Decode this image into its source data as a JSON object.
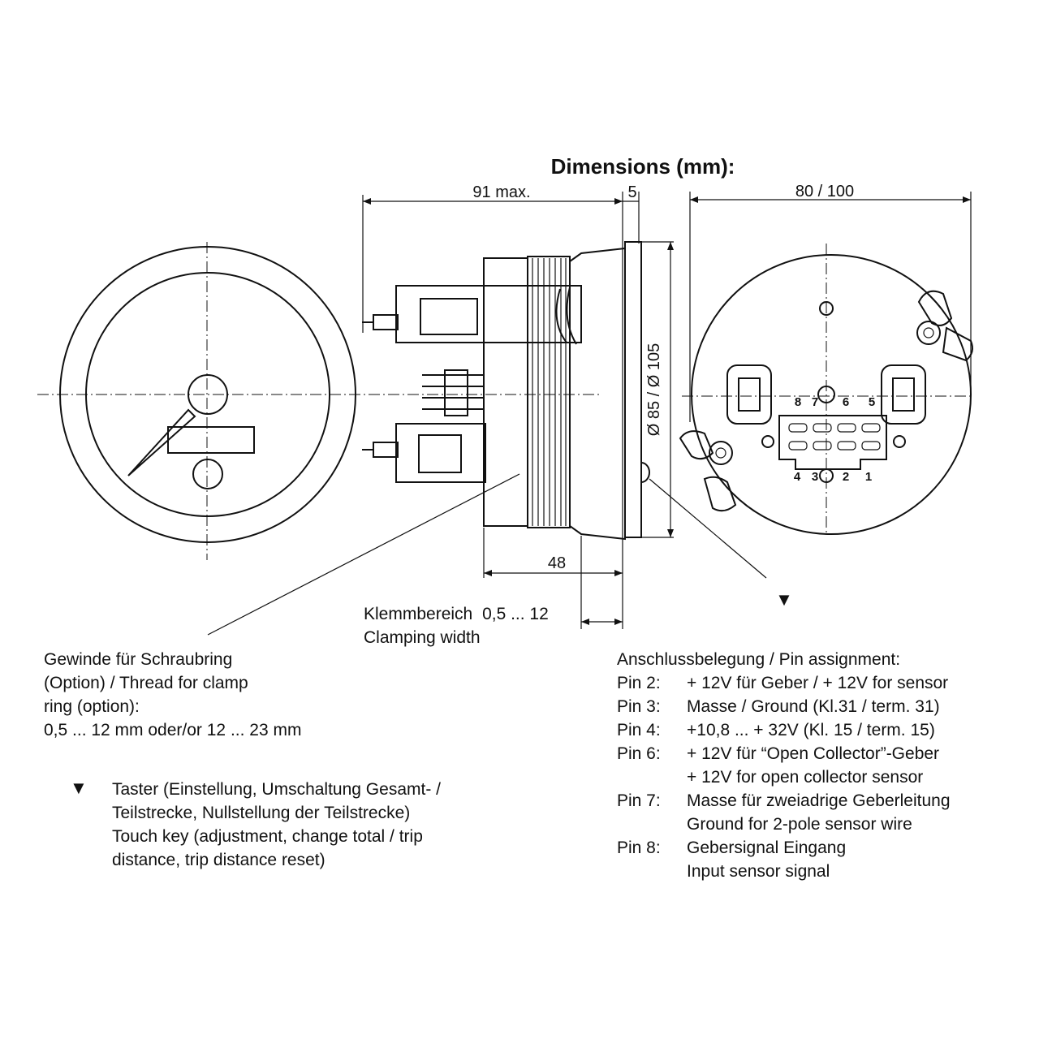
{
  "title": "Dimensions (mm):",
  "dimensions": {
    "overall_depth": "91 max.",
    "bezel": "5",
    "diameter_range": "80 / 100",
    "diameter_vertical": "Ø 85 / Ø 105",
    "body_depth": "48"
  },
  "clamping": {
    "line1_de": "Klemmbereich",
    "range": "0,5 ... 12",
    "line2_en": "Clamping width"
  },
  "thread_note": [
    "Gewinde für Schraubring",
    "(Option) / Thread for clamp",
    "ring (option):",
    "0,5 ... 12 mm oder/or 12 ... 23 mm"
  ],
  "touch_key": {
    "symbol": "▼",
    "lines": [
      "Taster (Einstellung, Umschaltung  Gesamt- /",
      "Teilstrecke, Nullstellung der Teilstrecke)",
      "Touch key (adjustment, change total / trip",
      "distance, trip distance reset)"
    ]
  },
  "connector_pin_numbers": {
    "top": [
      "8",
      "7",
      "6",
      "5"
    ],
    "bottom": [
      "4",
      "3",
      "2",
      "1"
    ]
  },
  "pin_assignment": {
    "heading": "Anschlussbelegung / Pin assignment:",
    "pins": [
      {
        "label": "Pin 2:",
        "lines": [
          "+ 12V für Geber / + 12V for sensor"
        ]
      },
      {
        "label": "Pin 3:",
        "lines": [
          "Masse / Ground (Kl.31 / term. 31)"
        ]
      },
      {
        "label": "Pin 4:",
        "lines": [
          "+10,8 ... + 32V (Kl. 15 / term. 15)"
        ]
      },
      {
        "label": "Pin 6:",
        "lines": [
          "+ 12V für “Open Collector”-Geber",
          "+ 12V for open collector sensor"
        ]
      },
      {
        "label": "Pin 7:",
        "lines": [
          "Masse für zweiadrige Geberleitung",
          "Ground for 2-pole sensor wire"
        ]
      },
      {
        "label": "Pin 8:",
        "lines": [
          "Gebersignal Eingang",
          "Input sensor signal"
        ]
      }
    ]
  }
}
